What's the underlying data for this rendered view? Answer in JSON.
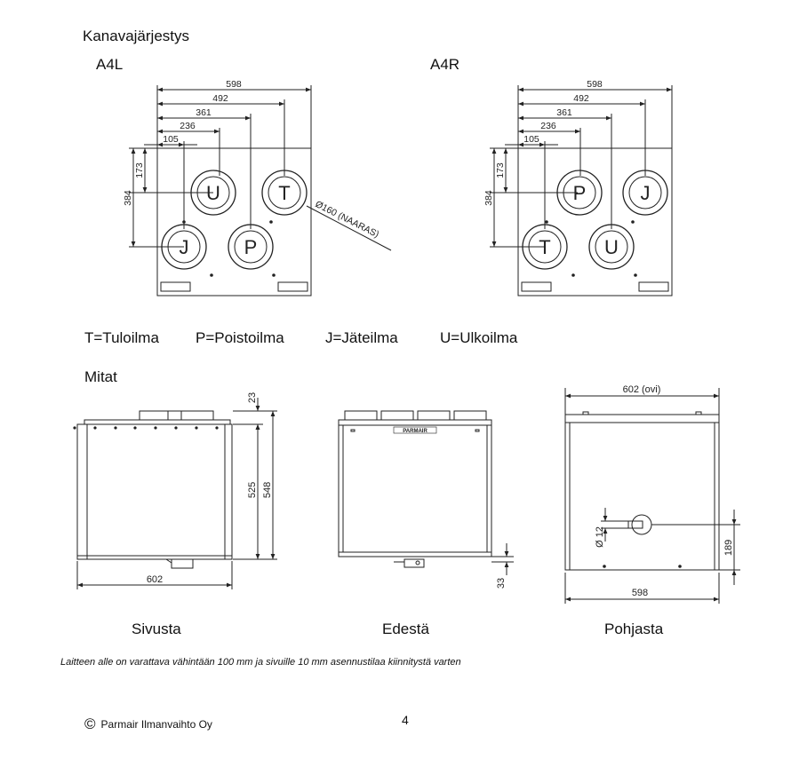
{
  "section_title": "Kanavajärjestys",
  "a4l": {
    "label": "A4L",
    "dims_top": [
      "598",
      "492",
      "361",
      "236",
      "105"
    ],
    "dims_left": [
      "173",
      "384"
    ],
    "ports": [
      "U",
      "T",
      "J",
      "P"
    ],
    "diameter_note": "Ø160 (NAARAS)"
  },
  "a4r": {
    "label": "A4R",
    "dims_top": [
      "598",
      "492",
      "361",
      "236",
      "105"
    ],
    "dims_left": [
      "173",
      "384"
    ],
    "ports": [
      "P",
      "J",
      "T",
      "U"
    ]
  },
  "legend": {
    "t": "T=Tuloilma",
    "p": "P=Poistoilma",
    "j": "J=Jäteilma",
    "u": "U=Ulkoilma"
  },
  "mitat_title": "Mitat",
  "side_view": {
    "caption": "Sivusta",
    "dims": [
      "23",
      "525",
      "548",
      "602"
    ]
  },
  "front_view": {
    "caption": "Edestä",
    "dims": [
      "33"
    ],
    "brand": "PARMAIR"
  },
  "bottom_view": {
    "caption": "Pohjasta",
    "dims": [
      "602 (ovi)",
      "Ø 12",
      "189",
      "598"
    ]
  },
  "note": "Laitteen alle on varattava vähintään 100 mm ja sivuille 10 mm asennustilaa kiinnitystä varten",
  "footer": {
    "copyright_symbol": "©",
    "company": "Parmair Ilmanvaihto Oy",
    "page_number": "4"
  }
}
